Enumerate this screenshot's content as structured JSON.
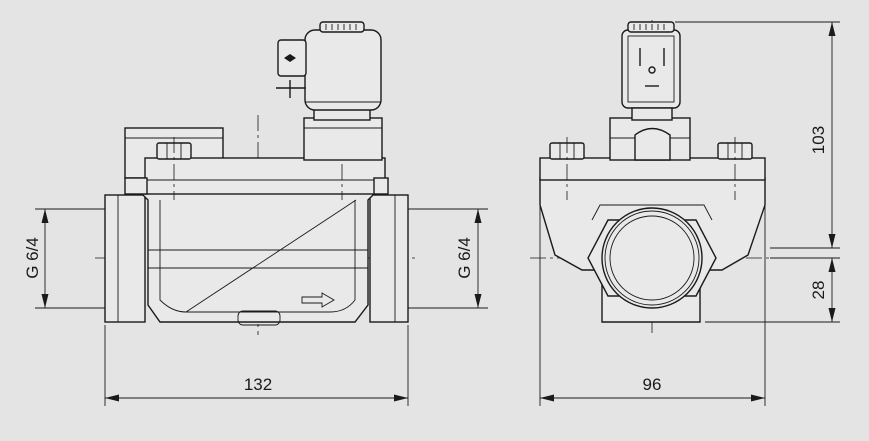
{
  "dimensions": {
    "width_front": "132",
    "width_side": "96",
    "height_total": "103",
    "height_axis": "28",
    "port_left": "G 6/4",
    "port_right": "G 6/4"
  },
  "colors": {
    "background": "#e4e4e4",
    "line": "#1a1a1a"
  }
}
